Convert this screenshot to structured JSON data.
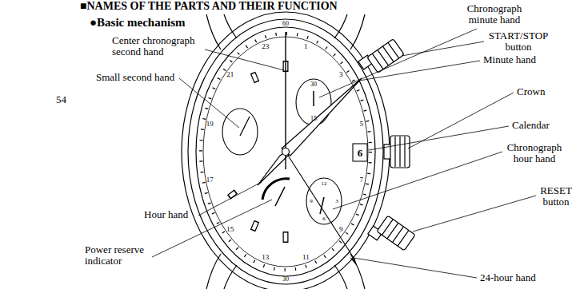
{
  "diagram": {
    "labels": [
      "■NAMES OF THE PARTS AND THEIR FUNCTION",
      "●Basic mechanism",
      "Chronograph minute hand",
      "START/STOP button",
      "Center chronograph second hand",
      "Minute hand",
      "Small second hand",
      "Crown",
      "54",
      "Calendar",
      "Hour hand",
      "Chronograph hour hand",
      "RESET button",
      "Power reserve indicator",
      "24-hour hand",
      "60",
      "30",
      "1",
      "3",
      "5",
      "7",
      "9",
      "11",
      "13",
      "15",
      "17",
      "19",
      "21",
      "23",
      "30",
      "15",
      "12",
      "3",
      "6",
      "9",
      "6"
    ]
  }
}
